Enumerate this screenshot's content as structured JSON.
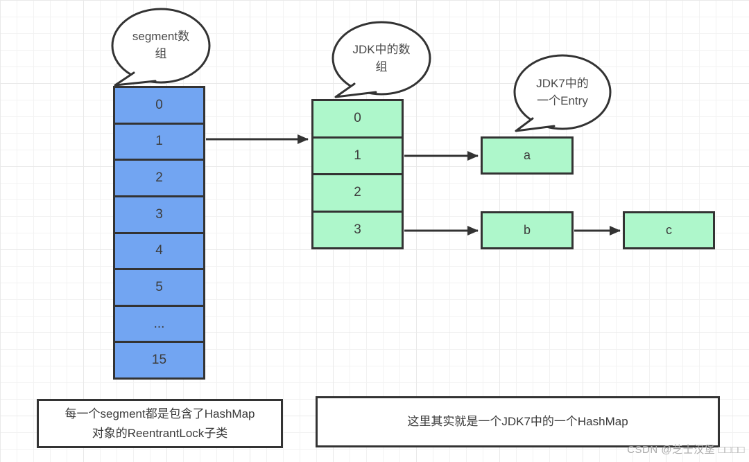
{
  "bubbles": {
    "segment": {
      "text": "segment数\n组"
    },
    "jdk_array": {
      "text": "JDK中的数\n组"
    },
    "entry": {
      "text": "JDK7中的\n一个Entry"
    }
  },
  "segment_array": {
    "cells": [
      "0",
      "1",
      "2",
      "3",
      "4",
      "5",
      "...",
      "15"
    ]
  },
  "jdk_array": {
    "cells": [
      "0",
      "1",
      "2",
      "3"
    ]
  },
  "entry_nodes": {
    "a": "a",
    "b": "b",
    "c": "c"
  },
  "notes": {
    "left": "每一个segment都是包含了HashMap\n对象的ReentrantLock子类",
    "right": "这里其实就是一个JDK7中的一个HashMap"
  },
  "watermark": "CSDN @芝士汉堡 □□□□",
  "colors": {
    "segment_fill": "#72a5f2",
    "entry_fill": "#aef7cb",
    "stroke": "#333333"
  }
}
